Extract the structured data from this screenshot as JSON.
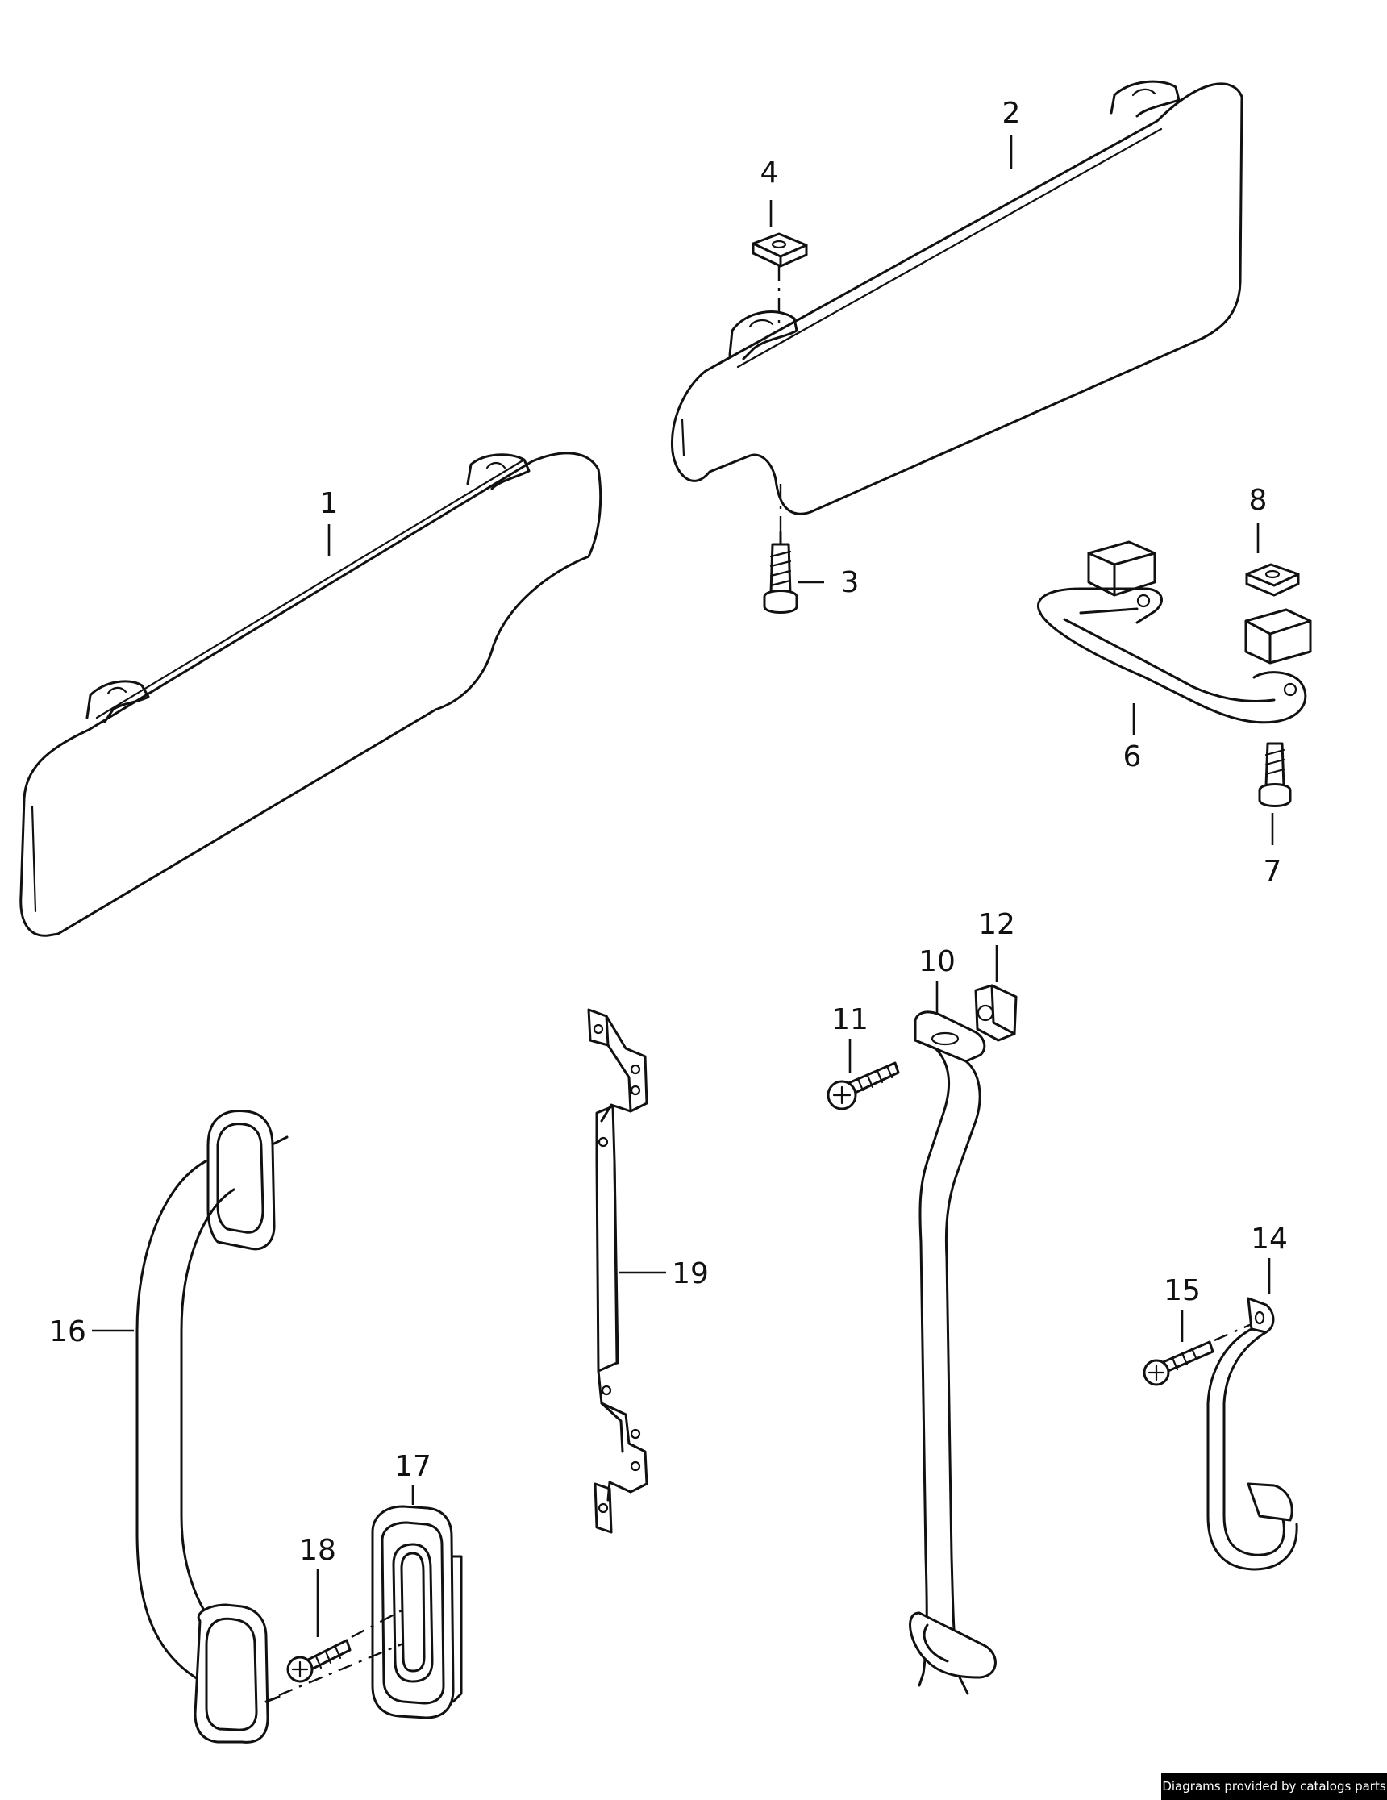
{
  "diagram": {
    "callouts": [
      "1",
      "2",
      "3",
      "4",
      "6",
      "7",
      "8",
      "10",
      "11",
      "12",
      "14",
      "15",
      "16",
      "17",
      "18",
      "19"
    ],
    "credit": "Diagrams provided by catalogs parts"
  },
  "colors": {
    "line": "#111111",
    "background": "#ffffff",
    "credit_bg": "#000000",
    "credit_text": "#ffffff"
  }
}
